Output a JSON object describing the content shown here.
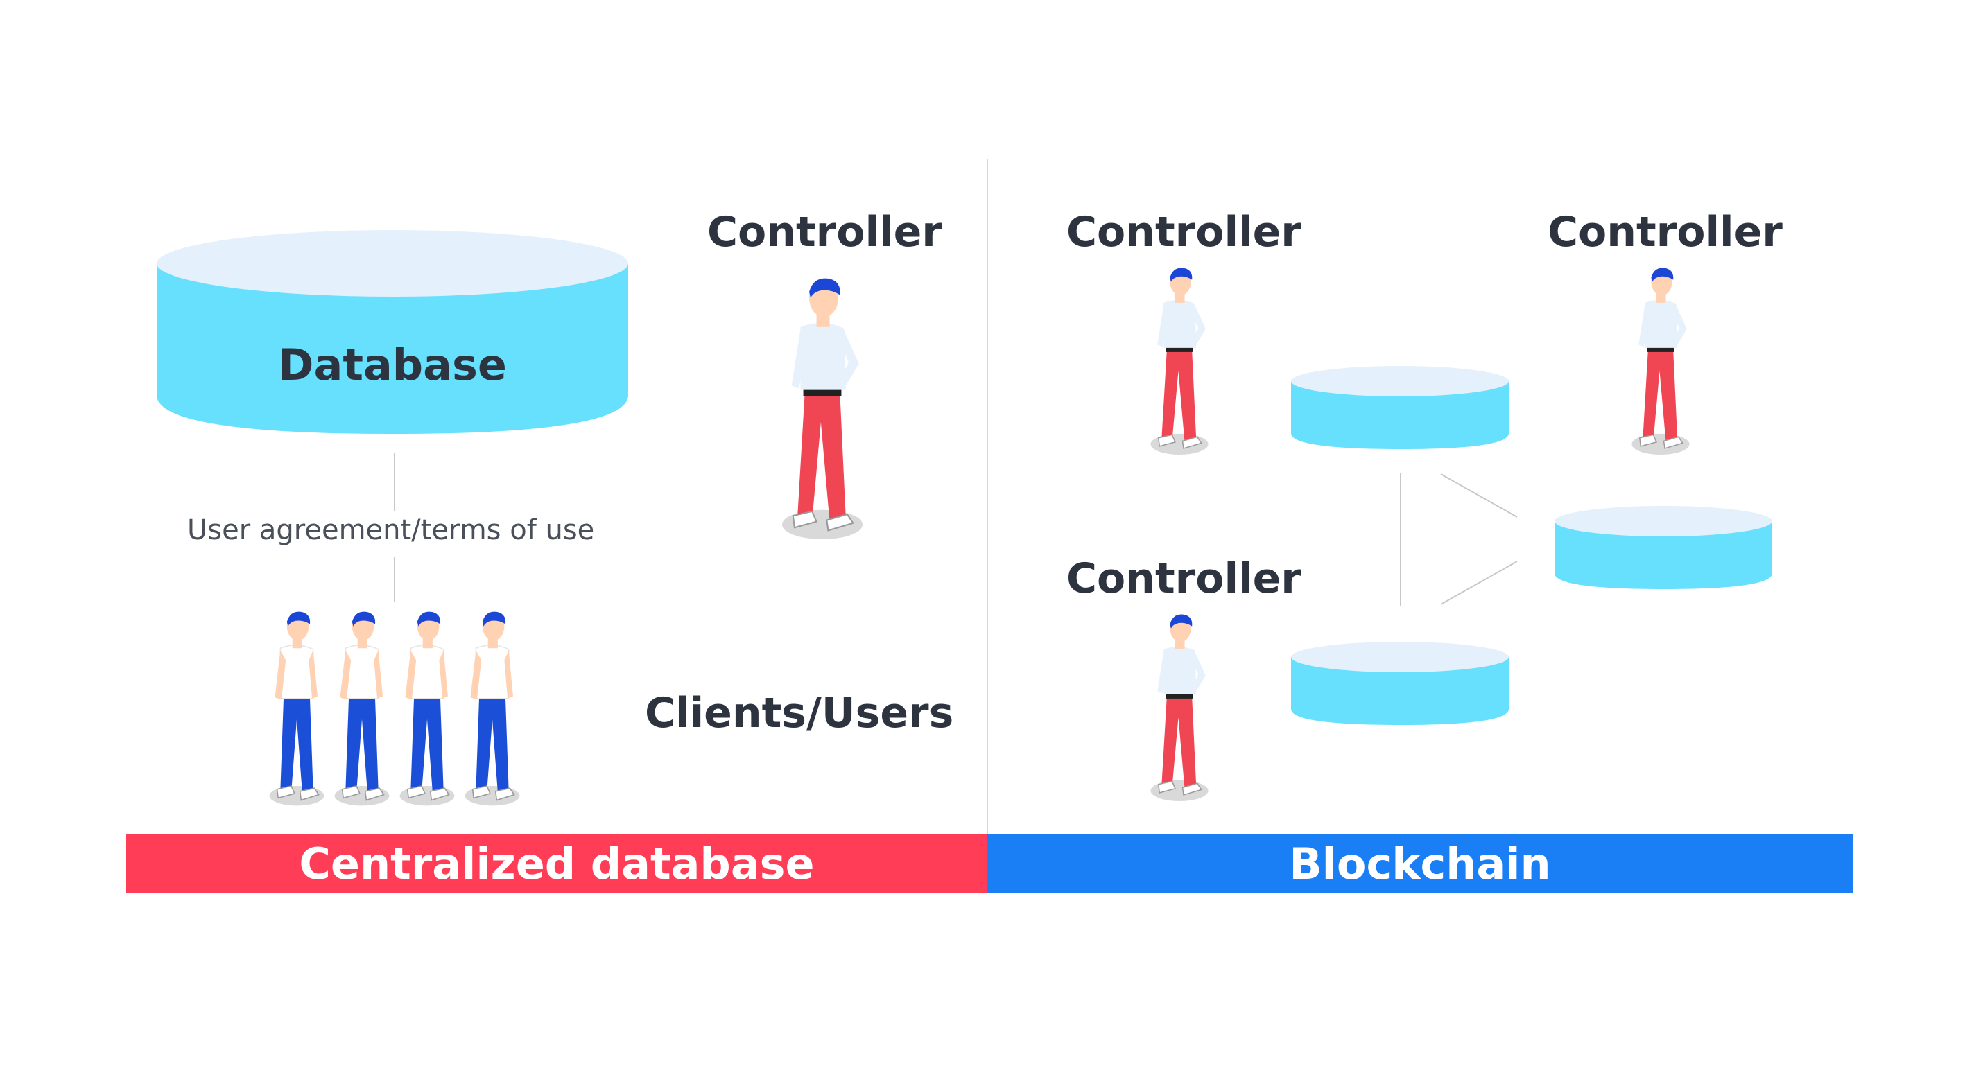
{
  "left": {
    "database_label": "Database",
    "controller_label": "Controller",
    "agreement_label": "User agreement/terms of use",
    "clients_label": "Clients/Users",
    "footer_label": "Centralized database"
  },
  "right": {
    "controller_labels": [
      "Controller",
      "Controller",
      "Controller"
    ],
    "footer_label": "Blockchain"
  },
  "colors": {
    "left_bar": "#ff3d57",
    "right_bar": "#1a7ff5",
    "database_side": "#66e0fc",
    "database_top": "#e4f0fb",
    "controller_pants": "#f04552",
    "user_pants": "#1c4fd8",
    "hair": "#1c46d6",
    "text": "#2d3440"
  }
}
